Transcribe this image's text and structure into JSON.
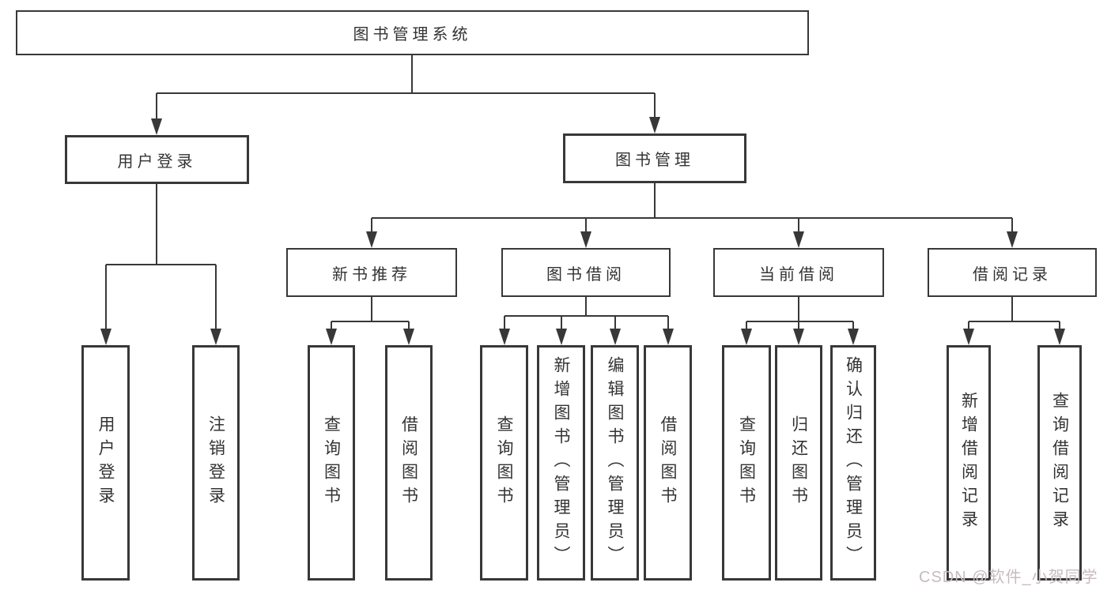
{
  "colors": {
    "line": "#383838",
    "text": "#333333",
    "background": "#ffffff",
    "watermark": "#c6bbbd"
  },
  "watermark": {
    "text": "CSDN @软件_小贺同学"
  },
  "hierarchy": {
    "label": "图书管理系统",
    "children": [
      {
        "label": "用户登录",
        "children": [
          {
            "label": "用户登录"
          },
          {
            "label": "注销登录"
          }
        ]
      },
      {
        "label": "图书管理",
        "children": [
          {
            "label": "新书推荐",
            "children": [
              {
                "label": "查询图书"
              },
              {
                "label": "借阅图书"
              }
            ]
          },
          {
            "label": "图书借阅",
            "children": [
              {
                "label": "查询图书"
              },
              {
                "label": "新增图书（管理员）"
              },
              {
                "label": "编辑图书（管理员）"
              },
              {
                "label": "借阅图书"
              }
            ]
          },
          {
            "label": "当前借阅",
            "children": [
              {
                "label": "查询图书"
              },
              {
                "label": "归还图书"
              },
              {
                "label": "确认归还（管理员）"
              }
            ]
          },
          {
            "label": "借阅记录",
            "children": [
              {
                "label": "新增借阅记录"
              },
              {
                "label": "查询借阅记录"
              }
            ]
          }
        ]
      }
    ]
  }
}
